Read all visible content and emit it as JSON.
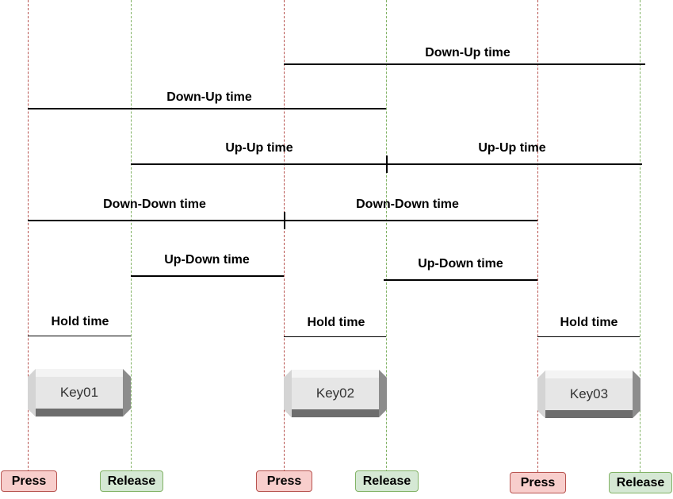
{
  "keys": [
    {
      "label": "Key01"
    },
    {
      "label": "Key02"
    },
    {
      "label": "Key03"
    }
  ],
  "events": {
    "press_label": "Press",
    "release_label": "Release"
  },
  "intervals": {
    "down_up": "Down-Up time",
    "up_up": "Up-Up time",
    "down_down": "Down-Down time",
    "up_down": "Up-Down time",
    "hold": "Hold time"
  },
  "colors": {
    "press_line": "#b85450",
    "release_line": "#82b366",
    "press_fill": "#f8cecc",
    "release_fill": "#d5e8d4",
    "key_face": "#e6e6e6"
  }
}
